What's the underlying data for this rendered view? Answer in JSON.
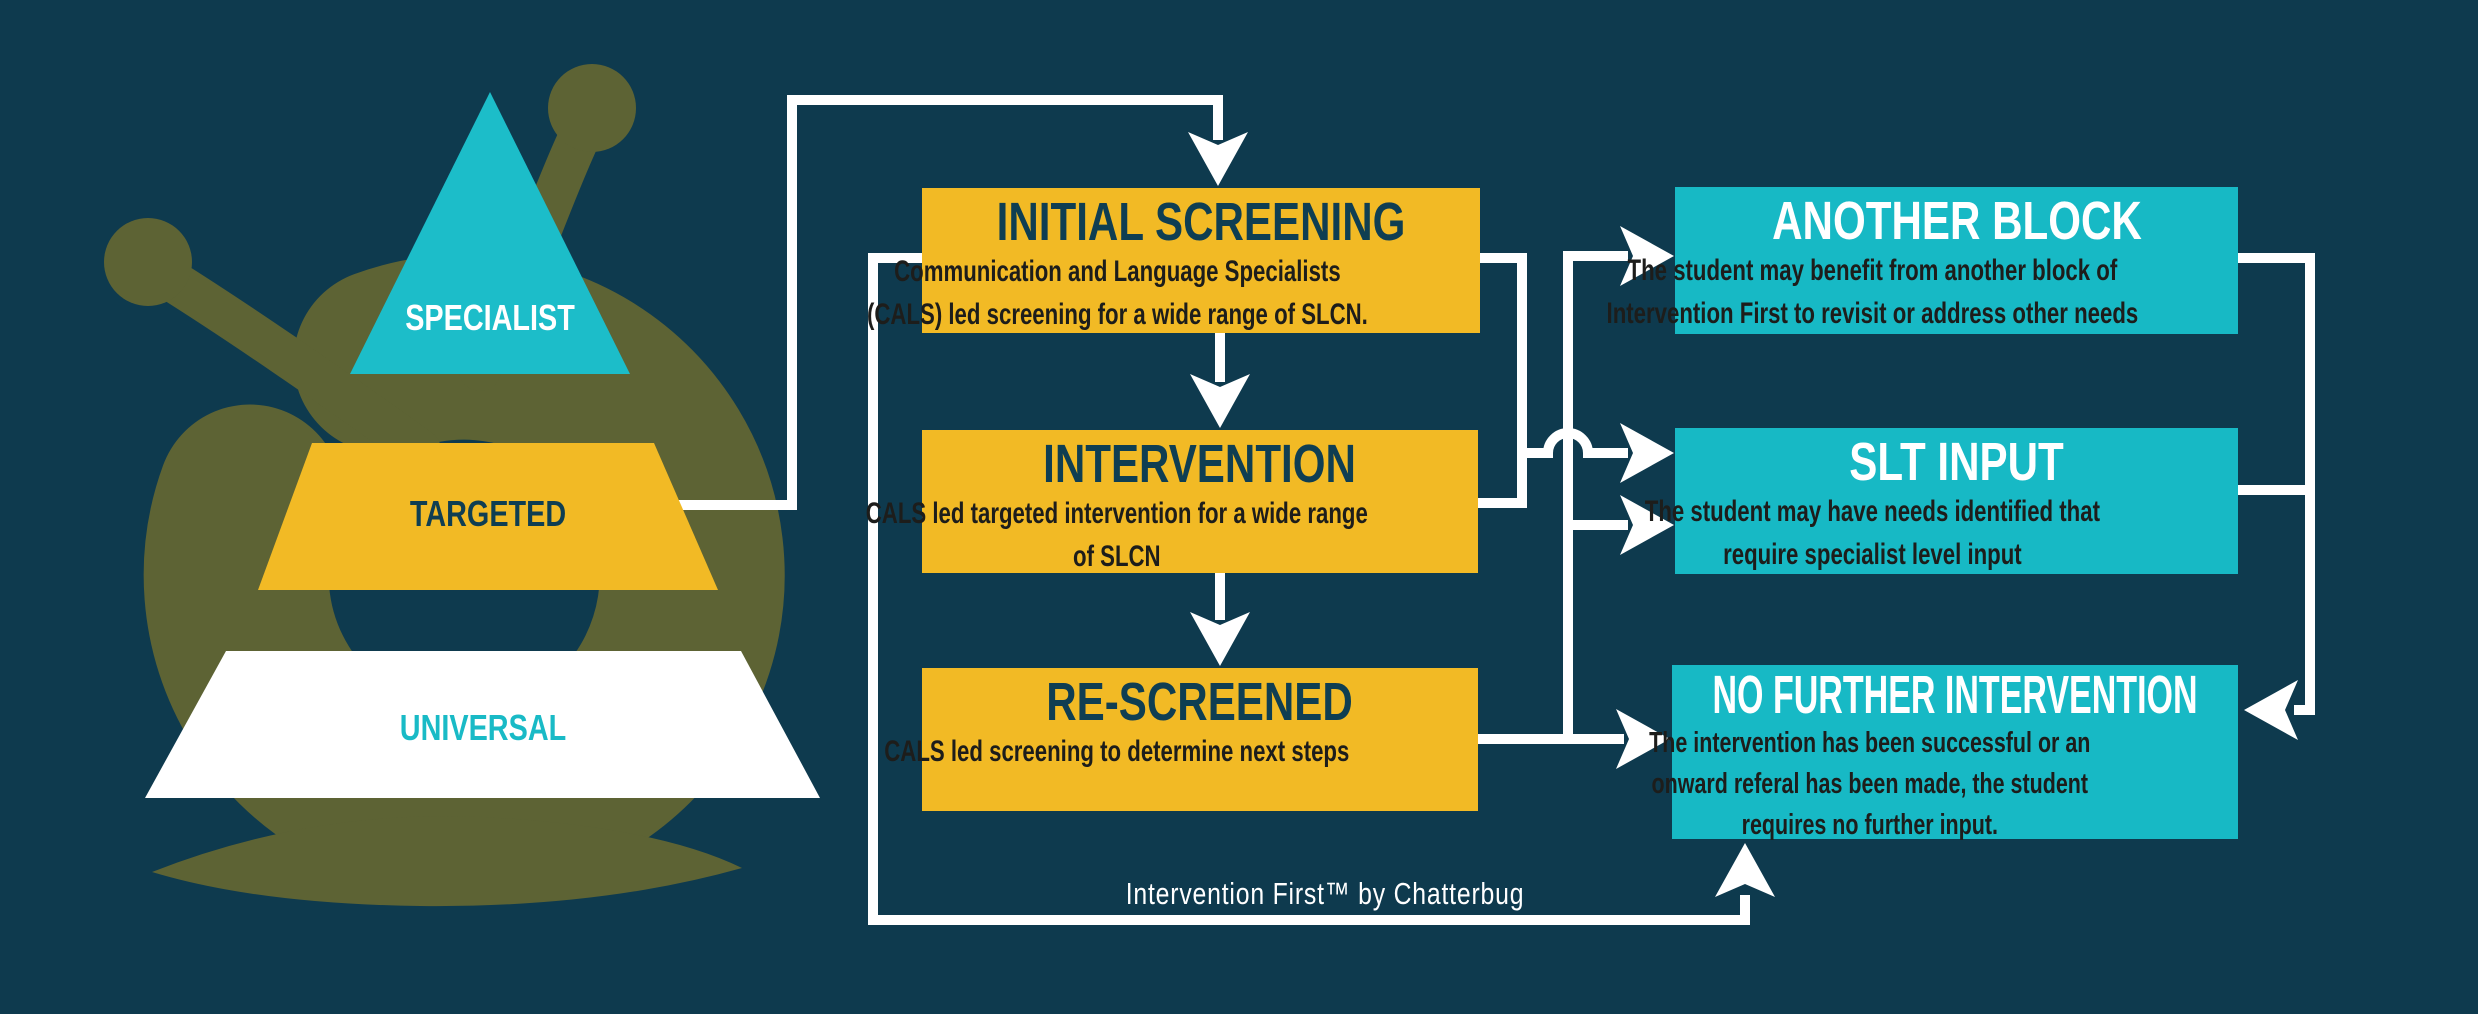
{
  "caption": "Intervention First™ by Chatterbug",
  "colors": {
    "background": "#0e3a4e",
    "yellow": "#f2ba25",
    "teal": "#17b9c5",
    "triangle_teal": "#1cbdc9",
    "olive_logo": "#5d6334",
    "white": "#ffffff",
    "navy_text": "#0f3e52",
    "body_text": "#1d1d1b"
  },
  "pyramid": {
    "levels": [
      {
        "label": "SPECIALIST",
        "color": "#1cbdc9",
        "text_color": "#ffffff"
      },
      {
        "label": "TARGETED",
        "color": "#f2ba25",
        "text_color": "#0f3e52"
      },
      {
        "label": "UNIVERSAL",
        "color": "#ffffff",
        "text_color": "#19bac6"
      }
    ]
  },
  "process": {
    "steps": [
      {
        "title": "INITIAL SCREENING",
        "body": "Communication and Language Specialists\n(CALS) led screening for a wide range of SLCN."
      },
      {
        "title": "INTERVENTION",
        "body": "CALS led targeted intervention for a wide range\nof SLCN"
      },
      {
        "title": "RE-SCREENED",
        "body": "CALS led screening to determine next steps"
      }
    ]
  },
  "outcomes": {
    "steps": [
      {
        "title": "ANOTHER BLOCK",
        "body": "The student may benefit from another block of\nIntervention First to revisit or address other needs"
      },
      {
        "title": "SLT INPUT",
        "body": "The student may have needs identified that\nrequire specialist level input"
      },
      {
        "title": "NO FURTHER INTERVENTION",
        "body": "The intervention has been successful or an\nonward referal has been made, the student\nrequires no further input."
      }
    ]
  }
}
